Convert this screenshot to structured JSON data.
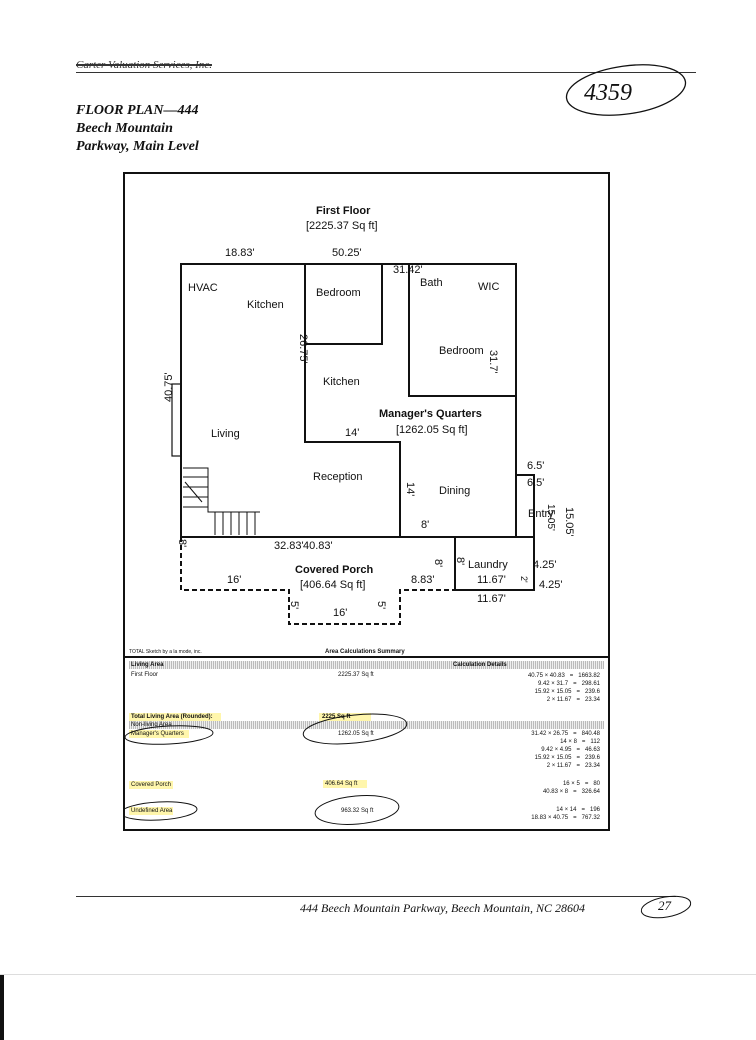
{
  "header": {
    "company": "Carter Valuation Services, Inc.",
    "title_lines": [
      "FLOOR PLAN—444",
      "Beech Mountain",
      "Parkway, Main Level"
    ],
    "stamp": "4359"
  },
  "plan": {
    "floor_title": "First Floor",
    "floor_area": "[2225.37 Sq ft]",
    "labels": {
      "hvac": "HVAC",
      "kitchen1": "Kitchen",
      "bedroom1": "Bedroom",
      "bath": "Bath",
      "wic": "WIC",
      "bedroom2": "Bedroom",
      "kitchen2": "Kitchen",
      "managers": "Manager's Quarters",
      "managers_area": "[1262.05 Sq ft]",
      "living": "Living",
      "reception": "Reception",
      "dining": "Dining",
      "entry": "Entry",
      "laundry": "Laundry",
      "porch": "Covered Porch",
      "porch_area": "[406.64 Sq ft]"
    },
    "dims": {
      "d1883": "18.83'",
      "d5025": "50.25'",
      "d3142": "31.42'",
      "d4075": "40.75'",
      "d2675": "26.75'",
      "d317": "31.7'",
      "d14a": "14'",
      "d14b": "14'",
      "d65a": "6.5'",
      "d65b": "6.5'",
      "d1505": "15.05'",
      "d1505b": "15.05'",
      "d8a": "8'",
      "d3283": "32.83'",
      "d4083": "40.83'",
      "d8b": "8'",
      "d8c": "8'",
      "d8d": "8'",
      "d16a": "16'",
      "d883": "8.83'",
      "d1167a": "11.67'",
      "d1167b": "11.67'",
      "d425a": "4.25'",
      "d425b": "4.25'",
      "d2": "2'",
      "d5a": "5'",
      "d5b": "5'",
      "d16b": "16'"
    }
  },
  "summary": {
    "sketch_credit": "TOTAL Sketch by a la mode, inc.",
    "heading": "Area Calculations Summary",
    "living_area": "Living Area",
    "calc_details": "Calculation Details",
    "first_floor": "First Floor",
    "first_floor_val": "2225.37 Sq ft",
    "first_floor_calc": "40.75 × 40.83   =   1663.82\n9.42 × 31.7   =   298.61\n15.92 × 15.05   =   239.6\n2 × 11.67   =   23.34",
    "total_living": "Total Living Area (Rounded):",
    "total_living_val": "2225 Sq ft",
    "non_living": "Non-living Area",
    "managers": "Manager's Quarters",
    "managers_val": "1262.05 Sq ft",
    "managers_calc": "31.42 × 26.75   =   840.48\n14 × 8   =   112\n9.42 × 4.95   =   46.63\n15.92 × 15.05   =   239.6\n2 × 11.67   =   23.34",
    "porch": "Covered Porch",
    "porch_val": "406.64 Sq ft",
    "porch_calc": "16 × 5   =   80\n40.83 × 8   =   326.64",
    "undefined": "Undefined Area",
    "undefined_val": "963.32 Sq ft",
    "undefined_calc": "14 × 14   =   196\n18.83 × 40.75   =   767.32"
  },
  "footer": {
    "address": "444 Beech Mountain Parkway, Beech Mountain, NC 28604",
    "page": "27"
  }
}
